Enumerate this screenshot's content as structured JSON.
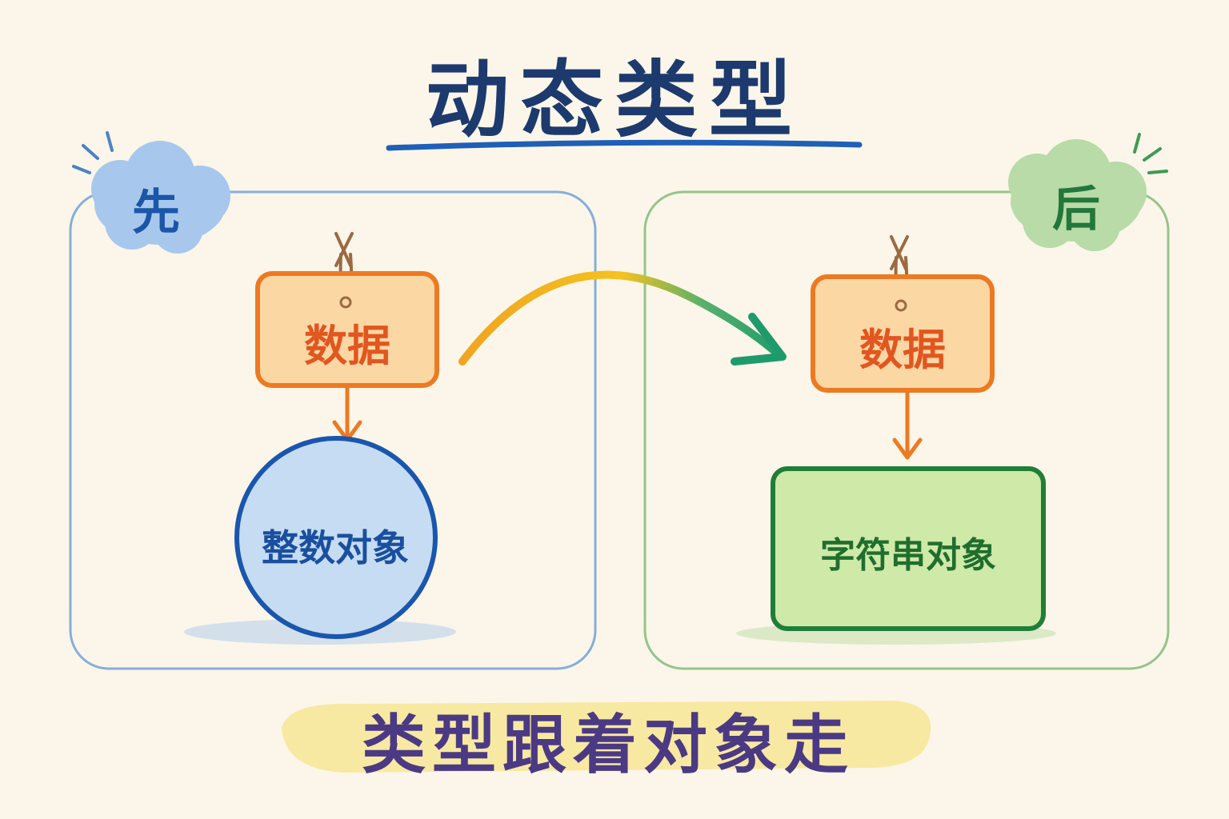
{
  "diagram": {
    "title": "动态类型",
    "before_label": "先",
    "after_label": "后",
    "before_panel": {
      "tag_label": "数据",
      "object_label": "整数对象"
    },
    "after_panel": {
      "tag_label": "数据",
      "object_label": "字符串对象"
    },
    "caption": "类型跟着对象走"
  },
  "colors": {
    "background": "#fbf6e9",
    "title": "#1d3a6e",
    "before_accent": "#1b56a8",
    "after_accent": "#23773a",
    "tag_fill": "#fbd7a4",
    "tag_border": "#ec7a22",
    "tag_text": "#e2561f",
    "caption": "#4b3a83"
  }
}
